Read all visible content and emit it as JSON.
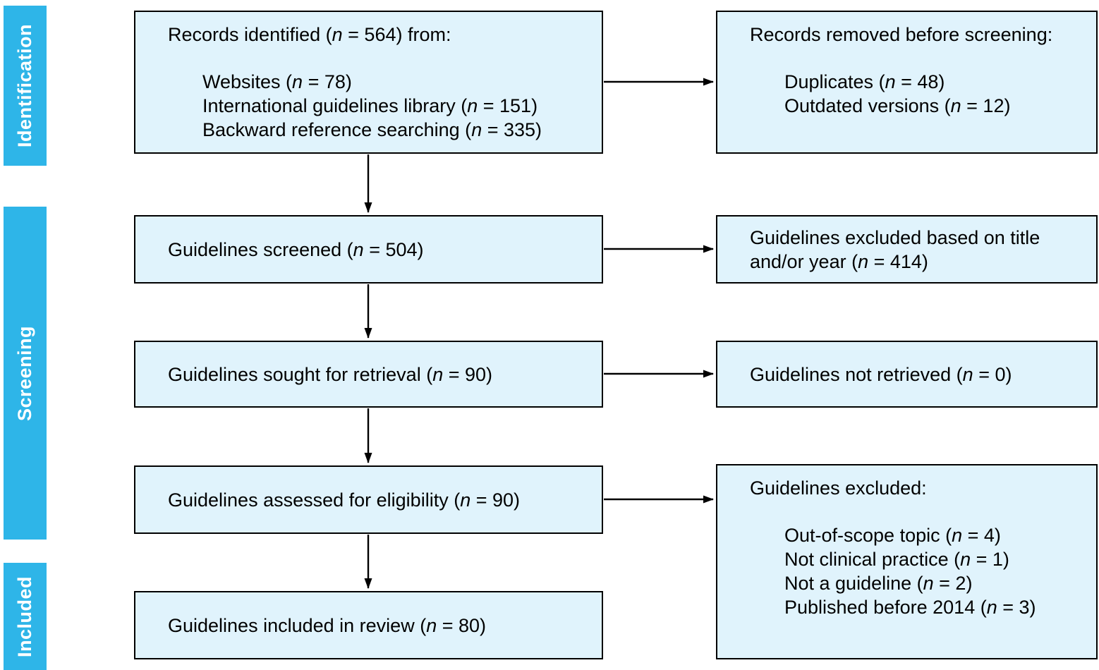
{
  "diagram": {
    "stages": [
      {
        "label": "Identification"
      },
      {
        "label": "Screening"
      },
      {
        "label": "Included"
      }
    ],
    "boxes": {
      "identified": {
        "title": "Records identified (n = 564) from:",
        "items": [
          "Websites (n = 78)",
          "International guidelines library (n = 151)",
          "Backward reference searching (n = 335)"
        ]
      },
      "removed": {
        "title": "Records removed before screening:",
        "items": [
          "Duplicates (n = 48)",
          "Outdated versions (n = 12)"
        ]
      },
      "screened": {
        "title": "Guidelines screened (n = 504)"
      },
      "excluded_title_year": {
        "title": "Guidelines excluded based on title and/or year (n = 414)"
      },
      "sought": {
        "title": "Guidelines sought for retrieval (n = 90)"
      },
      "not_retrieved": {
        "title": "Guidelines not retrieved (n = 0)"
      },
      "assessed": {
        "title": "Guidelines assessed for eligibility (n = 90)"
      },
      "excluded": {
        "title": "Guidelines excluded:",
        "items": [
          "Out-of-scope topic (n = 4)",
          "Not clinical practice (n = 1)",
          "Not a guideline (n = 2)",
          "Published before 2014 (n = 3)"
        ]
      },
      "included": {
        "title": "Guidelines included in review (n = 80)"
      }
    },
    "colors": {
      "stage_fill": "#2eb5e8",
      "stage_text": "#ffffff",
      "box_fill": "#e0f3fc",
      "box_border": "#000000"
    }
  }
}
